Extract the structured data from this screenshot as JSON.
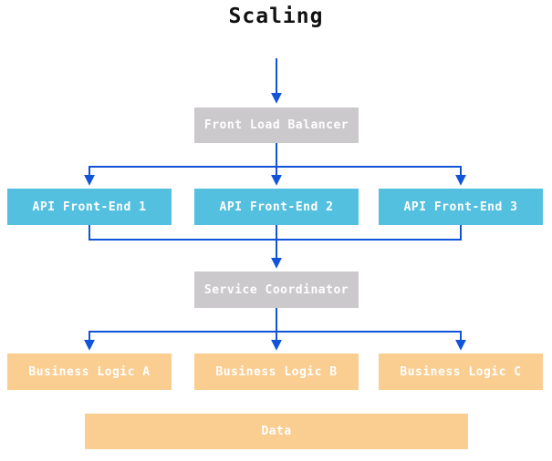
{
  "title": "Scaling",
  "colors": {
    "arrow": "#1154D9",
    "gray_box": "#CBC9CB",
    "blue_box": "#54C0E0",
    "orange_box": "#FACD91",
    "box_text": "#FFFFFF",
    "title_text": "#111111"
  },
  "nodes": {
    "front_load_balancer": {
      "label": "Front Load Balancer",
      "type": "gray"
    },
    "api_front_end_1": {
      "label": "API Front-End 1",
      "type": "blue"
    },
    "api_front_end_2": {
      "label": "API Front-End 2",
      "type": "blue"
    },
    "api_front_end_3": {
      "label": "API Front-End 3",
      "type": "blue"
    },
    "service_coordinator": {
      "label": "Service Coordinator",
      "type": "gray"
    },
    "business_logic_a": {
      "label": "Business Logic A",
      "type": "orange"
    },
    "business_logic_b": {
      "label": "Business Logic B",
      "type": "orange"
    },
    "business_logic_c": {
      "label": "Business Logic C",
      "type": "orange"
    },
    "data": {
      "label": "Data",
      "type": "orange"
    }
  },
  "edges": [
    {
      "from": "title",
      "to": "front_load_balancer"
    },
    {
      "from": "front_load_balancer",
      "to": "api_front_end_1"
    },
    {
      "from": "front_load_balancer",
      "to": "api_front_end_2"
    },
    {
      "from": "front_load_balancer",
      "to": "api_front_end_3"
    },
    {
      "from": "api_front_end_1",
      "to": "service_coordinator"
    },
    {
      "from": "api_front_end_2",
      "to": "service_coordinator"
    },
    {
      "from": "api_front_end_3",
      "to": "service_coordinator"
    },
    {
      "from": "service_coordinator",
      "to": "business_logic_a"
    },
    {
      "from": "service_coordinator",
      "to": "business_logic_b"
    },
    {
      "from": "service_coordinator",
      "to": "business_logic_c"
    }
  ]
}
